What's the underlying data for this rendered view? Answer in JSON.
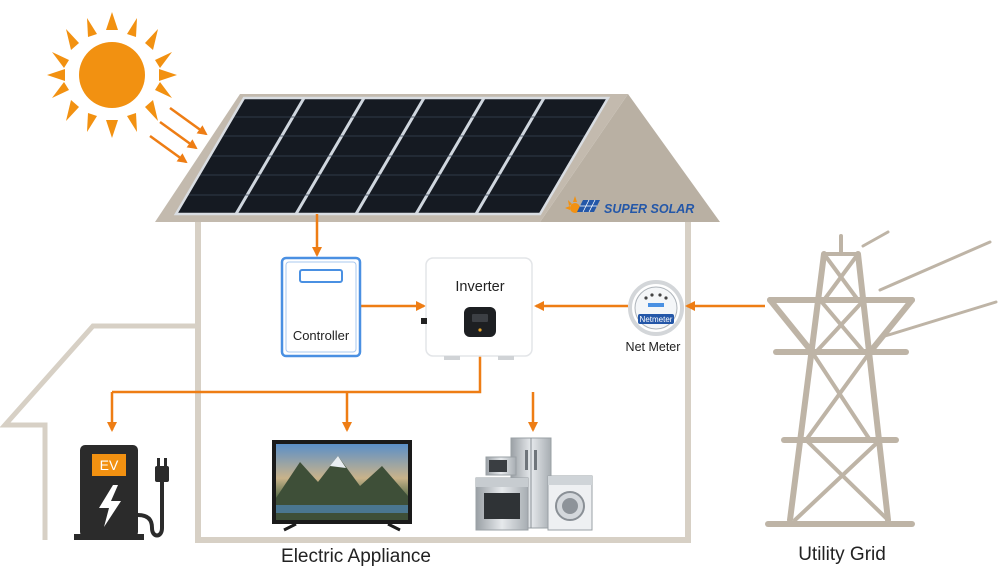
{
  "brand": {
    "name": "SUPER SOLAR"
  },
  "components": {
    "controller": "Controller",
    "inverter": "Inverter",
    "net_meter": "Net Meter",
    "net_meter_dial": "Netmeter",
    "ev_charger": "EV"
  },
  "captions": {
    "appliances": "Electric Appliance",
    "utility_grid": "Utility Grid"
  },
  "colors": {
    "flow_arrow": "#EE7D14",
    "sun": "#F29111",
    "house_outline": "#D7D0C5",
    "roof": "#B9B0A3",
    "tower": "#BEB4A6",
    "controller_border": "#4A90E2"
  },
  "icons": [
    "sun-icon",
    "solar-panel-icon",
    "ev-charger-icon",
    "tv-icon",
    "kitchen-appliances-icon",
    "transmission-tower-icon"
  ]
}
